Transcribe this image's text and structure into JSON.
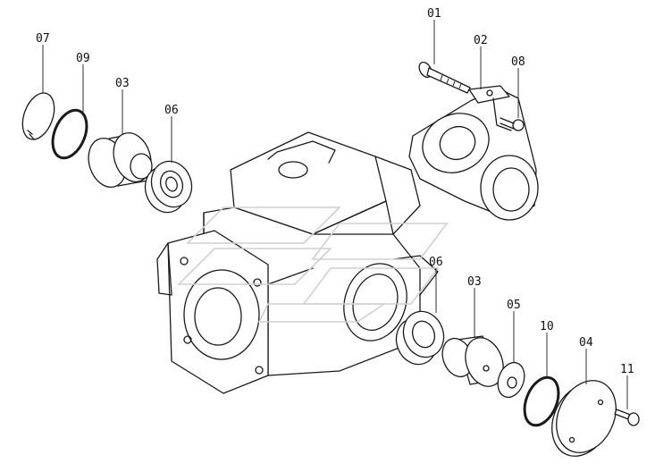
{
  "labels": {
    "p07": "07",
    "p09": "09",
    "p03_upper": "03",
    "p06_upper": "06",
    "p01": "01",
    "p02": "02",
    "p08": "08",
    "p06_lower": "06",
    "p03_lower": "03",
    "p05": "05",
    "p10": "10",
    "p04": "04",
    "p11": "11"
  }
}
